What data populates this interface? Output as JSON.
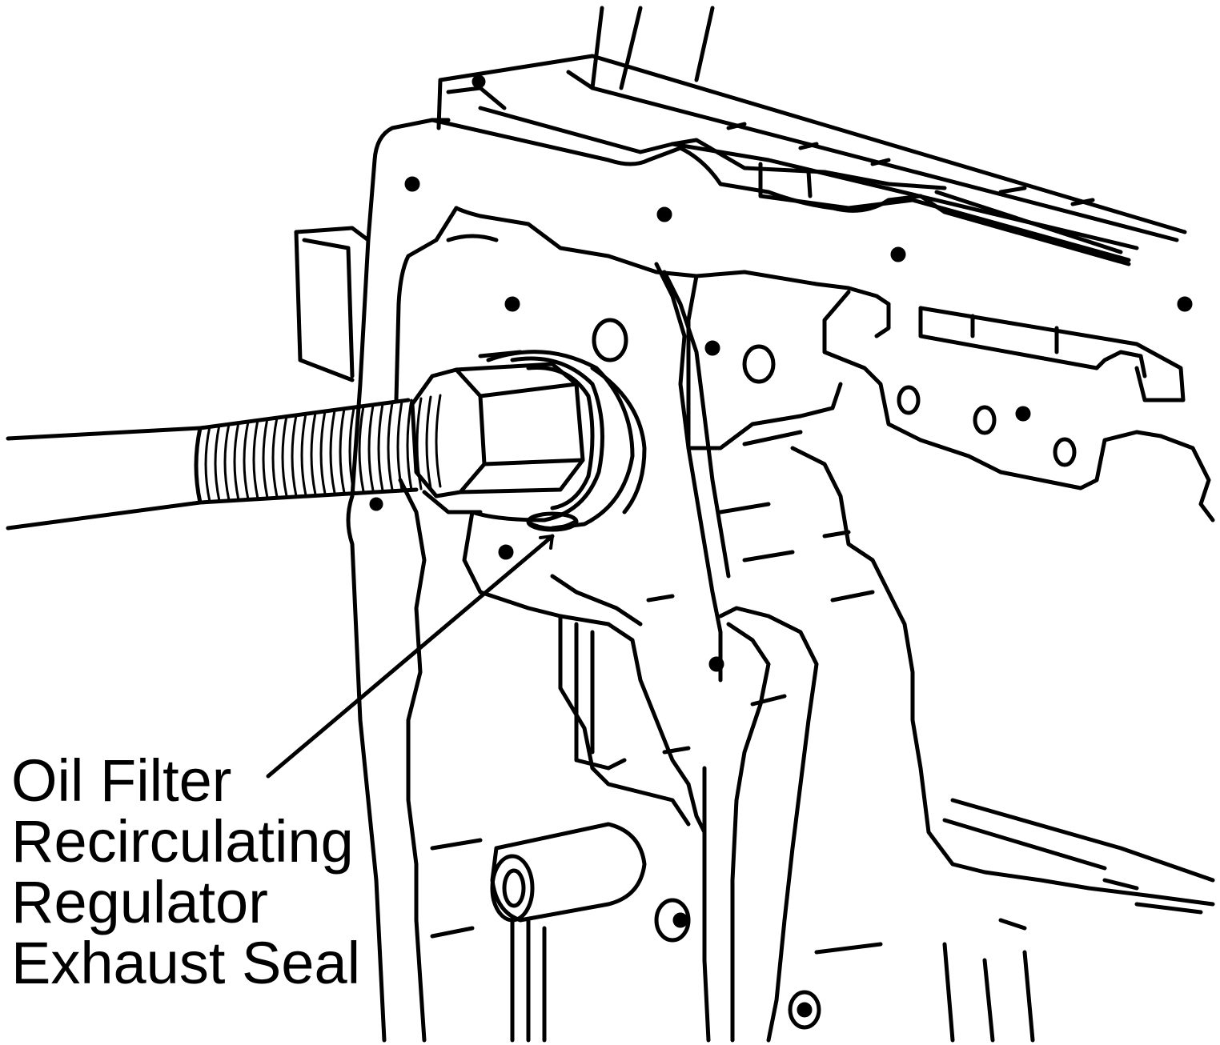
{
  "callout": {
    "lines": [
      "Oil Filter",
      "Recirculating",
      "Regulator",
      "Exhaust Seal"
    ]
  },
  "colors": {
    "ink": "#000000",
    "paper": "#ffffff"
  }
}
